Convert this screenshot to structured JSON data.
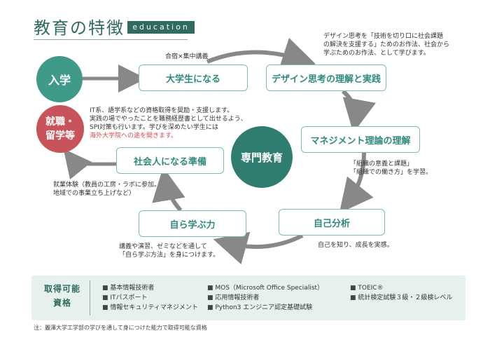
{
  "title": "教育の特徴",
  "badge": "education",
  "nodes": {
    "entry": "入学",
    "career_line1": "就職・",
    "career_line2": "留学等",
    "core": "専門教育",
    "university_student": "大学生になる",
    "design_thinking": "デザイン思考の理解と実践",
    "management": "マネジメント理論の理解",
    "self_analysis": "自己分析",
    "self_learning": "自ら学ぶ力",
    "society_prep": "社会人になる準備"
  },
  "notes": {
    "camp": "合宿×集中講義",
    "design": [
      "デザイン思考を「技術を切り口に社会課題",
      "の解決を支援する」ためのお作法、社会から",
      "学ぶためのお作法、として学びます。"
    ],
    "management": [
      "「組織の意義と課題」",
      "「組織での働き方」を学習。"
    ],
    "self_analysis": "自己を知り、成長を実感。",
    "self_learning": [
      "講義や演習、ゼミなどを通して",
      "「自ら学ぶ方法」を身につけます。"
    ],
    "society": [
      "就業体験（教員の工房・ラボに参加。",
      "地域での事業立ち上げなど）"
    ],
    "career": [
      "IT系、語学系などの資格取得を奨励・支援します。",
      "実践の場でやったことを職務経歴書として出せるよう、",
      "SPI対策も行います。学びを深めたい学生には"
    ],
    "career_highlight": "海外大学院への途を開きます。"
  },
  "qualifications": {
    "title_line1": "取得可能",
    "title_line2": "資格",
    "col1": [
      "基本情報技術者",
      "ITパスポート",
      "情報セキュリティマネジメント"
    ],
    "col2": [
      "MOS（Microsoft Office Specialist）",
      "応用情報技術者",
      "Python3 エンジニア認定基礎試験"
    ],
    "col3": [
      "TOEIC®",
      "統計検定試験３級・２級検レベル"
    ]
  },
  "footnote": "注：麗澤大学工学部の学びを通して身につけた能力で取得可能な資格",
  "colors": {
    "teal": "#2f6b5e",
    "node_border": "#7bbdb0",
    "arrow": "#888888",
    "career": "#c8545b"
  }
}
